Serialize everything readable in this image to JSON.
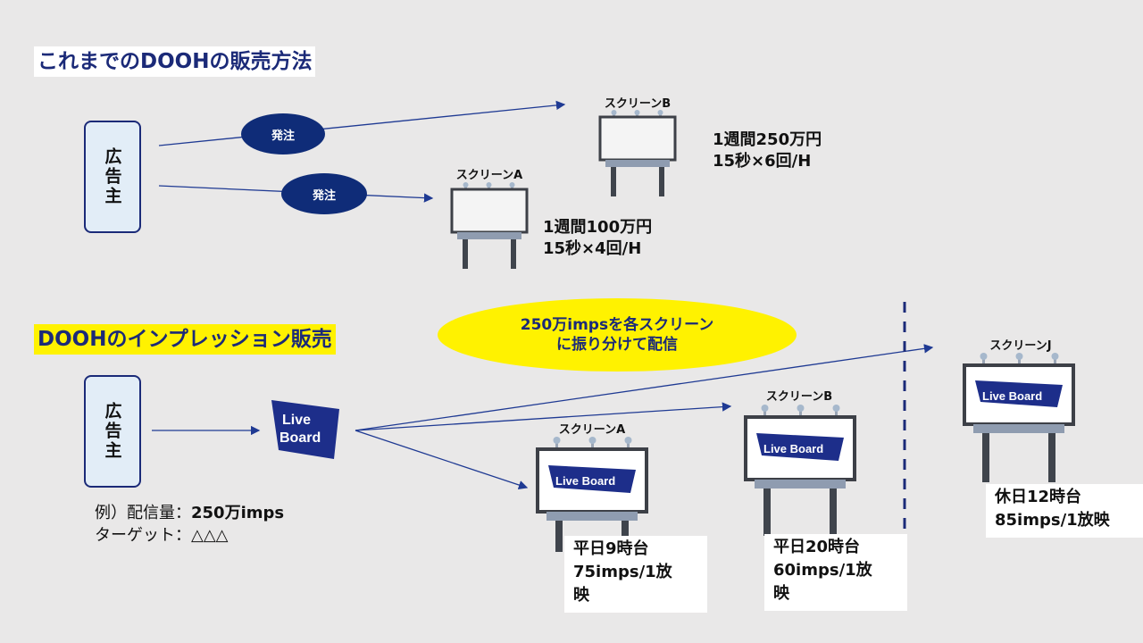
{
  "section_traditional": {
    "title": "これまでのDOOHの販売方法",
    "advertiser": "広告主",
    "order_label_1": "発注",
    "order_label_2": "発注",
    "screen_b": {
      "label": "スクリーンB",
      "price": "1週間250万円",
      "frequency": "15秒×6回/H"
    },
    "screen_a": {
      "label": "スクリーンA",
      "price": "1週間100万円",
      "frequency": "15秒×4回/H"
    }
  },
  "section_impression": {
    "title": "DOOHのインプレッション販売",
    "advertiser": "広告主",
    "logo": {
      "line1": "Live",
      "line2": "Board",
      "billboard_text": "Live Board"
    },
    "bubble": {
      "line1": "250万impsを各スクリーン",
      "line2": "に振り分けて配信"
    },
    "example": {
      "line1_prefix": "例）配信量：",
      "line1_value": "250万imps",
      "line2": "ターゲット：△△△"
    },
    "screen_a": {
      "label": "スクリーンA",
      "slot": "平日9時台",
      "detail_1": "75imps/1放",
      "detail_2": "映"
    },
    "screen_b": {
      "label": "スクリーンB",
      "slot": "平日20時台",
      "detail_1": "60imps/1放",
      "detail_2": "映"
    },
    "screen_j": {
      "label": "スクリーンJ",
      "slot": "休日12時台",
      "detail_1": "85imps/1放映"
    }
  },
  "colors": {
    "navy": "#1b2a78",
    "arrow": "#1f3a93",
    "highlight": "#fff200",
    "background": "#e9e8e8"
  }
}
